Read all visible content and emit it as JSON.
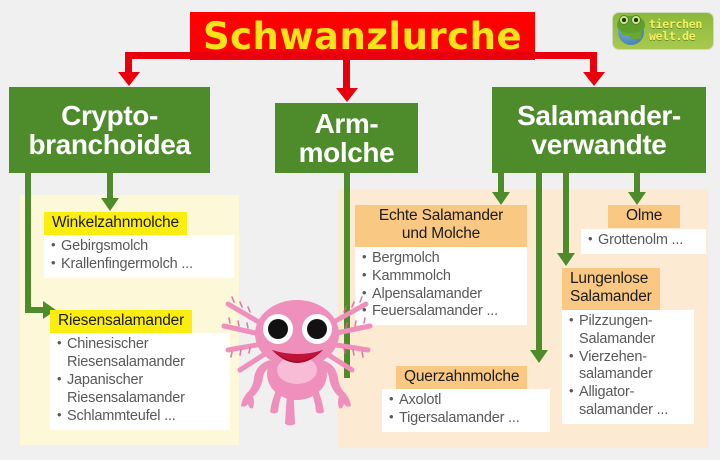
{
  "title": {
    "text": "Schwanzlurche"
  },
  "logo": {
    "line1": "tierchen",
    "line2": "welt.de",
    "icon": "frog-globe-icon"
  },
  "colors": {
    "title_bg": "#FE0000",
    "title_text": "#F7E318",
    "green": "#4E8C2B",
    "red_arrow": "#E8000D",
    "yellow_header": "#FBED0E",
    "orange_header": "#F9C882",
    "panel_left_bg": "#FCF8D8",
    "panel_right_bg": "#FCEBD2",
    "card_bg": "#FFFFFF",
    "list_text": "#58595B",
    "axolotl_pink": "#F59FC4"
  },
  "groups": [
    {
      "id": "cryptobranchoidea",
      "label": "Crypto-\nbranchoidea"
    },
    {
      "id": "armmolche",
      "label": "Arm-\nmolche"
    },
    {
      "id": "salamanderverwandte",
      "label": "Salamander-\nverwandte"
    }
  ],
  "cards": [
    {
      "id": "winkelzahnmolche",
      "header": "Winkelzahnmolche",
      "header_style": "yellow",
      "items": [
        "Gebirgsmolch",
        "Krallenfingermolch ..."
      ]
    },
    {
      "id": "riesensalamander",
      "header": "Riesensalamander",
      "header_style": "yellow",
      "items": [
        "Chinesischer\nRiesensalamander",
        "Japanischer\nRiesensalamander",
        "Schlammteufel ..."
      ]
    },
    {
      "id": "echte-salamander-und-molche",
      "header": "Echte Salamander\nund Molche",
      "header_style": "orange",
      "items": [
        "Bergmolch",
        "Kammmolch",
        "Alpensalamander",
        "Feuersalamander ..."
      ]
    },
    {
      "id": "querzahnmolche",
      "header": "Querzahnmolche",
      "header_style": "orange",
      "items": [
        "Axolotl",
        "Tigersalamander ..."
      ]
    },
    {
      "id": "olme",
      "header": "Olme",
      "header_style": "orange",
      "items": [
        "Grottenolm ..."
      ]
    },
    {
      "id": "lungenlose-salamander",
      "header": "Lungenlose\nSalamander",
      "header_style": "orange",
      "items": [
        "Pilzzungen-\nSalamander",
        "Vierzehen-\nsalamander",
        "Alligator-\nsalamander ..."
      ]
    }
  ],
  "illustration": {
    "name": "axolotl-illustration"
  }
}
